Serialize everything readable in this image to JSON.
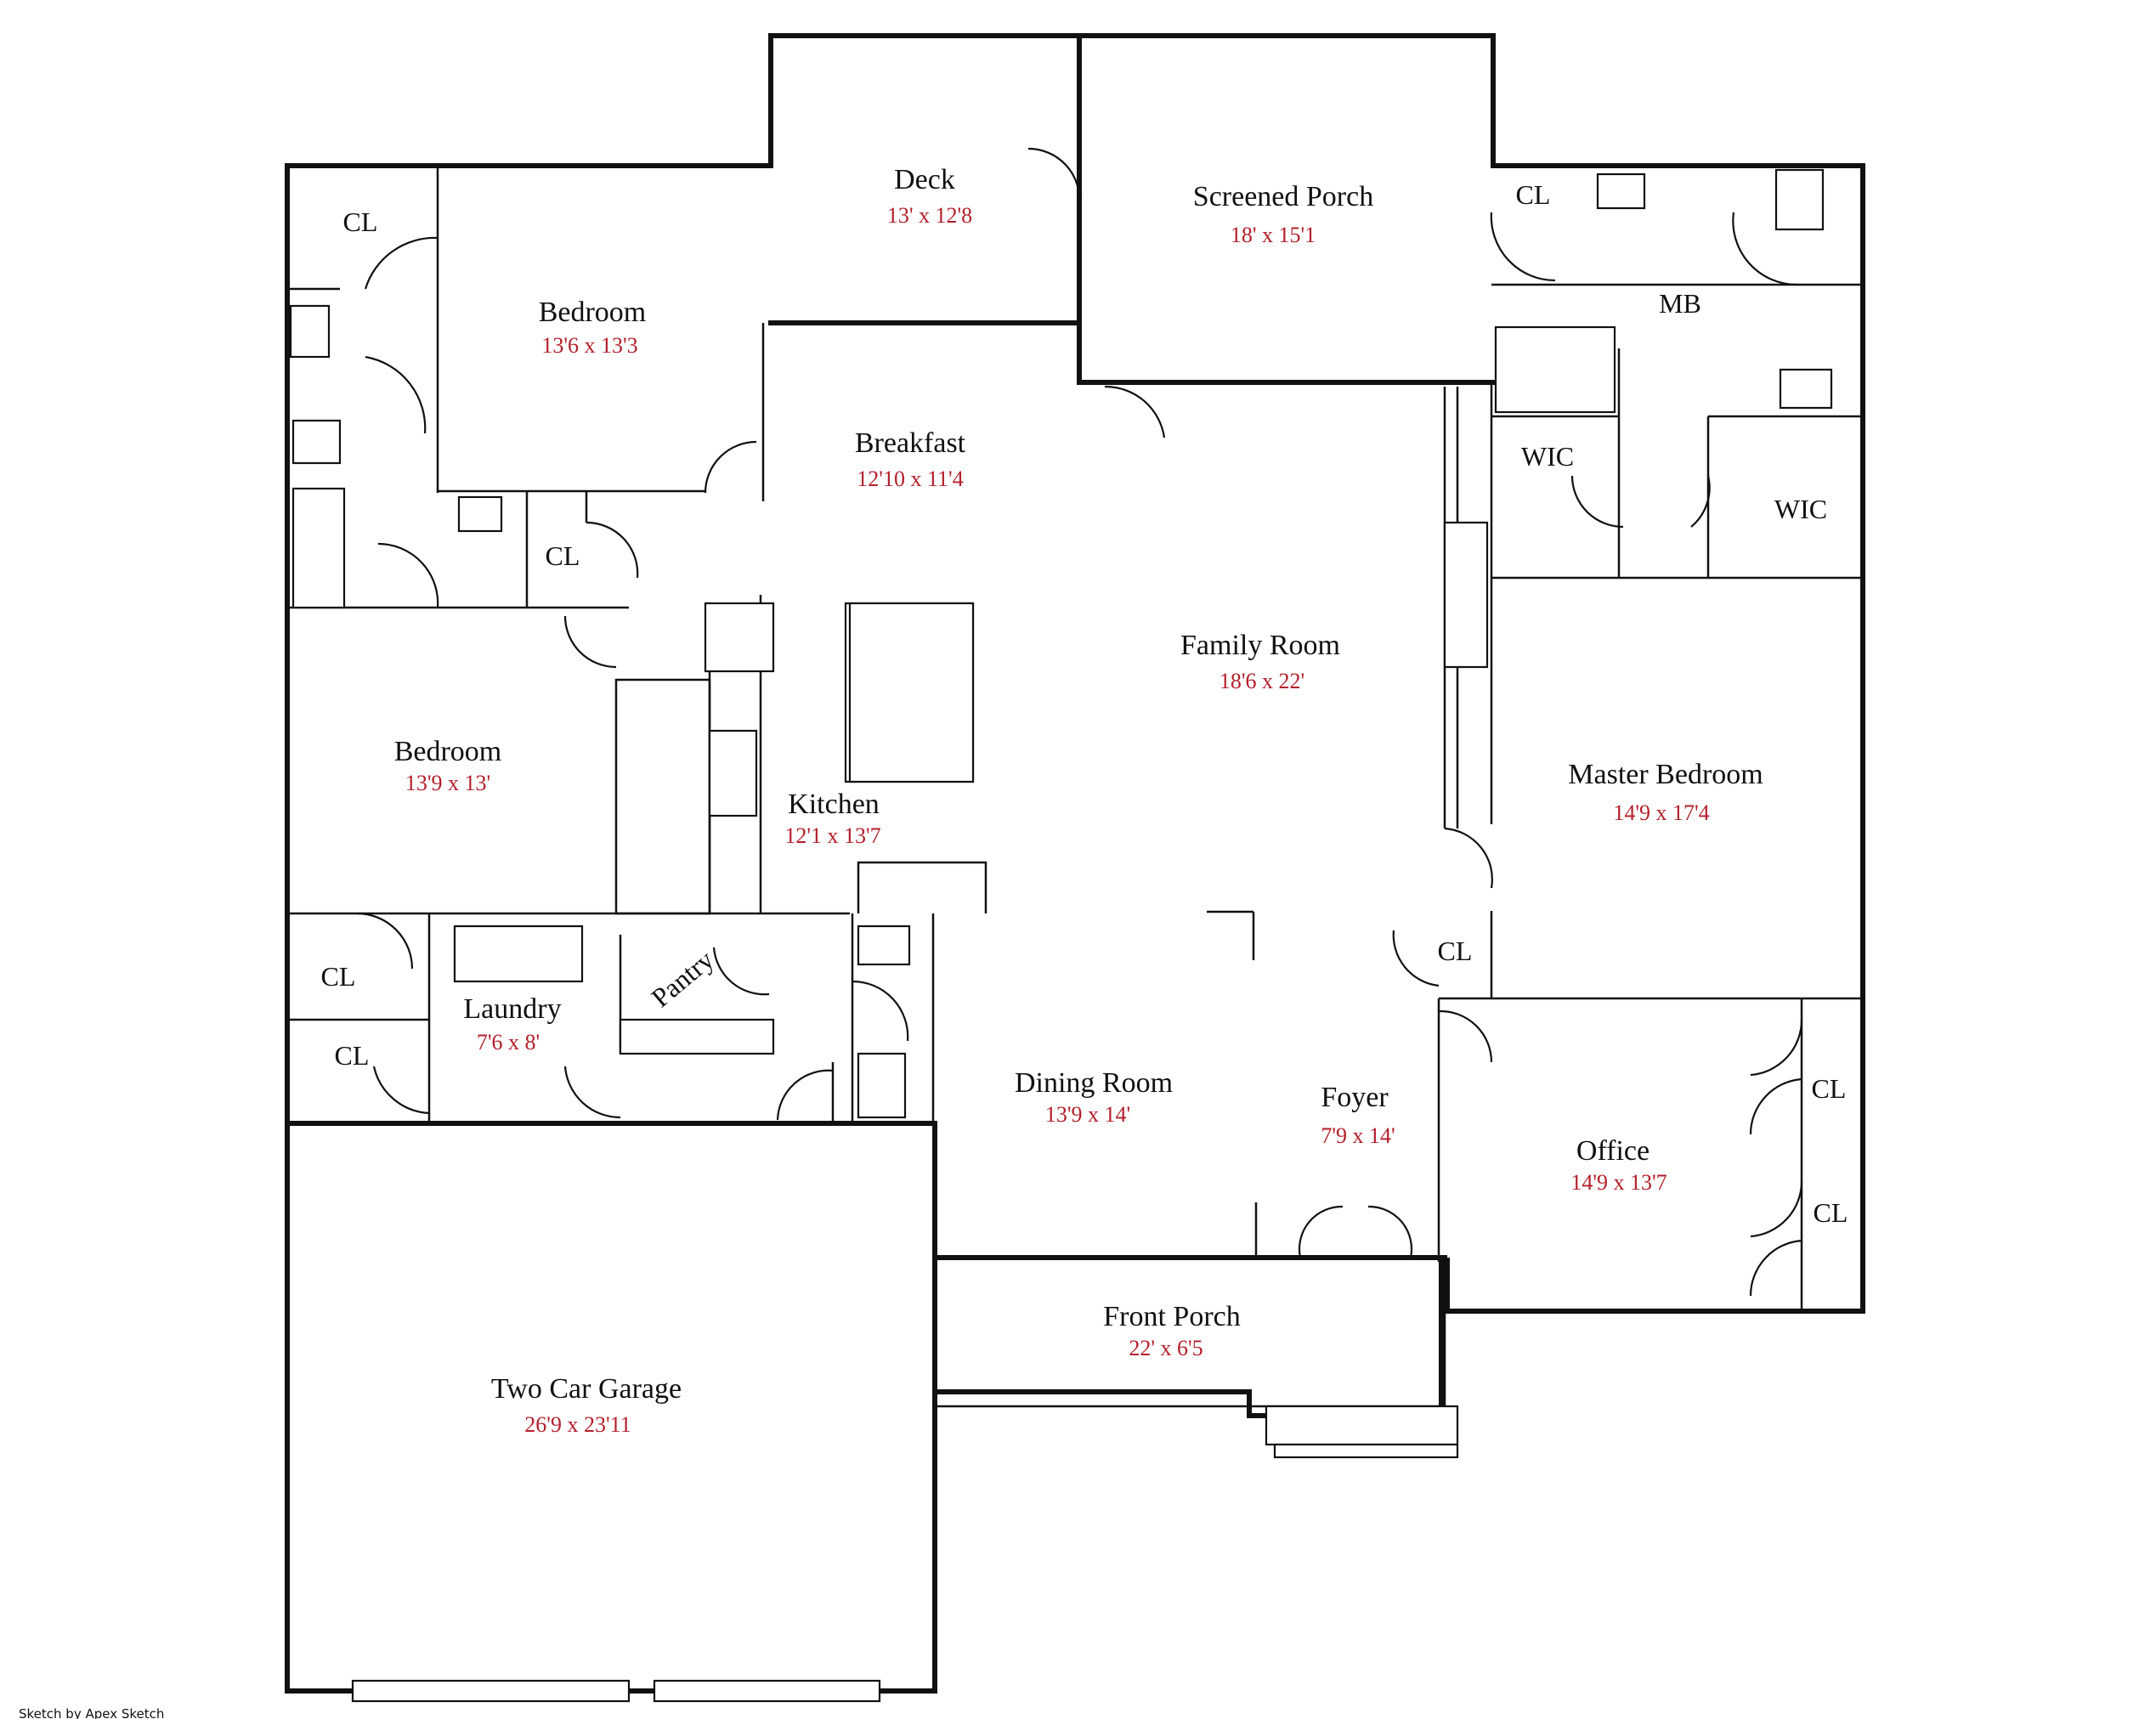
{
  "accent_colors": {
    "dimension": "#b3202c",
    "line": "#111111"
  },
  "rooms": [
    {
      "id": "deck",
      "name": "Deck",
      "size": "13' x 12'8"
    },
    {
      "id": "screened-porch",
      "name": "Screened Porch",
      "size": "18' x 15'1"
    },
    {
      "id": "bedroom-1",
      "name": "Bedroom",
      "size": "13'6 x 13'3"
    },
    {
      "id": "breakfast",
      "name": "Breakfast",
      "size": "12'10 x 11'4"
    },
    {
      "id": "family-room",
      "name": "Family Room",
      "size": "18'6 x 22'"
    },
    {
      "id": "bedroom-2",
      "name": "Bedroom",
      "size": "13'9 x 13'"
    },
    {
      "id": "kitchen",
      "name": "Kitchen",
      "size": "12'1 x 13'7"
    },
    {
      "id": "master-bedroom",
      "name": "Master Bedroom",
      "size": "14'9 x 17'4"
    },
    {
      "id": "laundry",
      "name": "Laundry",
      "size": "7'6 x 8'"
    },
    {
      "id": "dining-room",
      "name": "Dining Room",
      "size": "13'9 x 14'"
    },
    {
      "id": "foyer",
      "name": "Foyer",
      "size": "7'9 x 14'"
    },
    {
      "id": "office",
      "name": "Office",
      "size": "14'9 x 13'7"
    },
    {
      "id": "front-porch",
      "name": "Front Porch",
      "size": "22' x 6'5"
    },
    {
      "id": "garage",
      "name": "Two Car Garage",
      "size": "26'9 x 23'11"
    }
  ],
  "labels": {
    "cl": "CL",
    "mb": "MB",
    "wic": "WIC",
    "pantry": "Pantry"
  },
  "credit": "Sketch by Apex Sketch"
}
